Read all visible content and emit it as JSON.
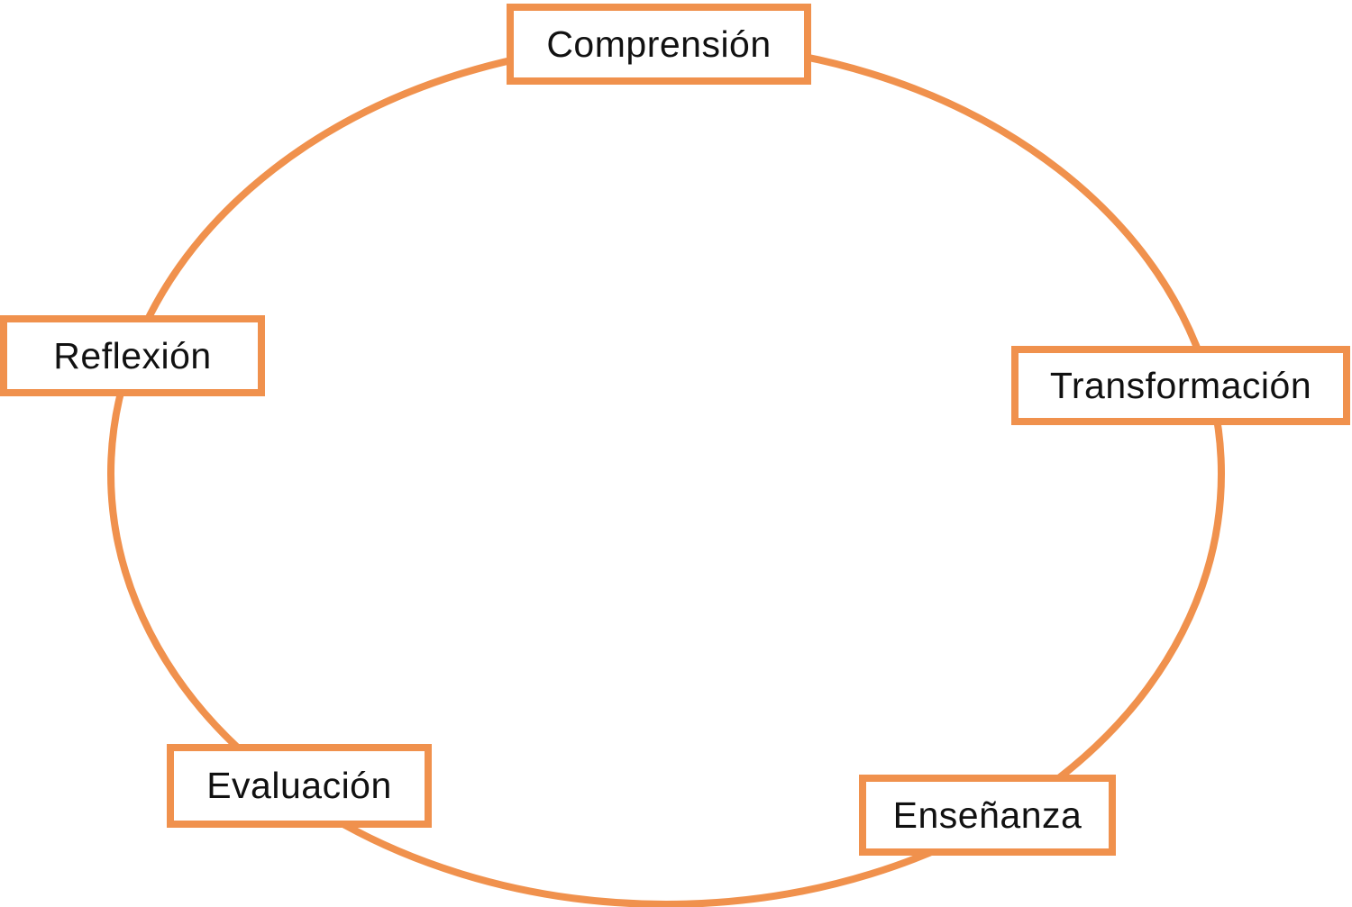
{
  "diagram": {
    "type": "cycle",
    "accent_color": "#F0914D",
    "text_color": "#111111",
    "background_color": "#FFFFFF",
    "nodes": [
      {
        "label": "Comprensión",
        "position": "top"
      },
      {
        "label": "Transformación",
        "position": "right"
      },
      {
        "label": "Enseñanza",
        "position": "bottom-right"
      },
      {
        "label": "Evaluación",
        "position": "bottom-left"
      },
      {
        "label": "Reflexión",
        "position": "left"
      }
    ]
  }
}
